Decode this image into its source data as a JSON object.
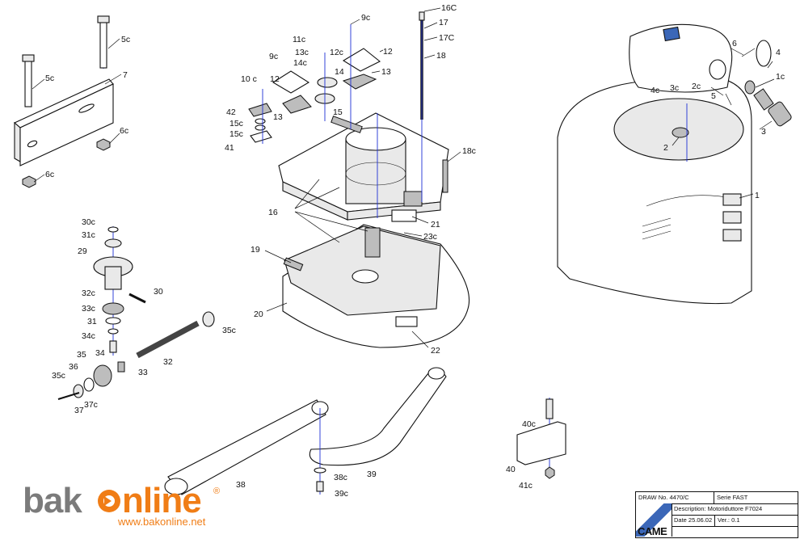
{
  "title_block": {
    "draw_no": "DRAW No. 4470/C",
    "serie": "Serie  FAST",
    "description": "Description: Motoriduttore F7024",
    "date": "Date 25.06.02",
    "version": "Ver.: 0.1",
    "brand": "CAME"
  },
  "logo": {
    "part1": "bak",
    "part2": "nline",
    "registered": "®",
    "url": "www.bakonline.net"
  },
  "part_labels": [
    "5c",
    "5c",
    "7",
    "6c",
    "6c",
    "9c",
    "11c",
    "13c",
    "12c",
    "14c",
    "14",
    "12",
    "9c",
    "13",
    "12",
    "10 c",
    "42",
    "15c",
    "15c",
    "41",
    "13",
    "15",
    "16C",
    "17",
    "17C",
    "18",
    "18c",
    "16",
    "21",
    "23c",
    "19",
    "20",
    "22",
    "30c",
    "31c",
    "29",
    "32c",
    "30",
    "33c",
    "31",
    "34c",
    "34",
    "35c",
    "32",
    "33",
    "35",
    "36",
    "35c",
    "37c",
    "37",
    "38",
    "38c",
    "39",
    "39c",
    "40c",
    "40",
    "41c",
    "6",
    "4",
    "1c",
    "5",
    "4c",
    "3c",
    "2c",
    "3",
    "2",
    "1"
  ],
  "colors": {
    "axis": "#1d2fd6",
    "logo_gray": "#7b7b7b",
    "logo_orange": "#f07d16",
    "brand_blue": "#3b67b8"
  }
}
